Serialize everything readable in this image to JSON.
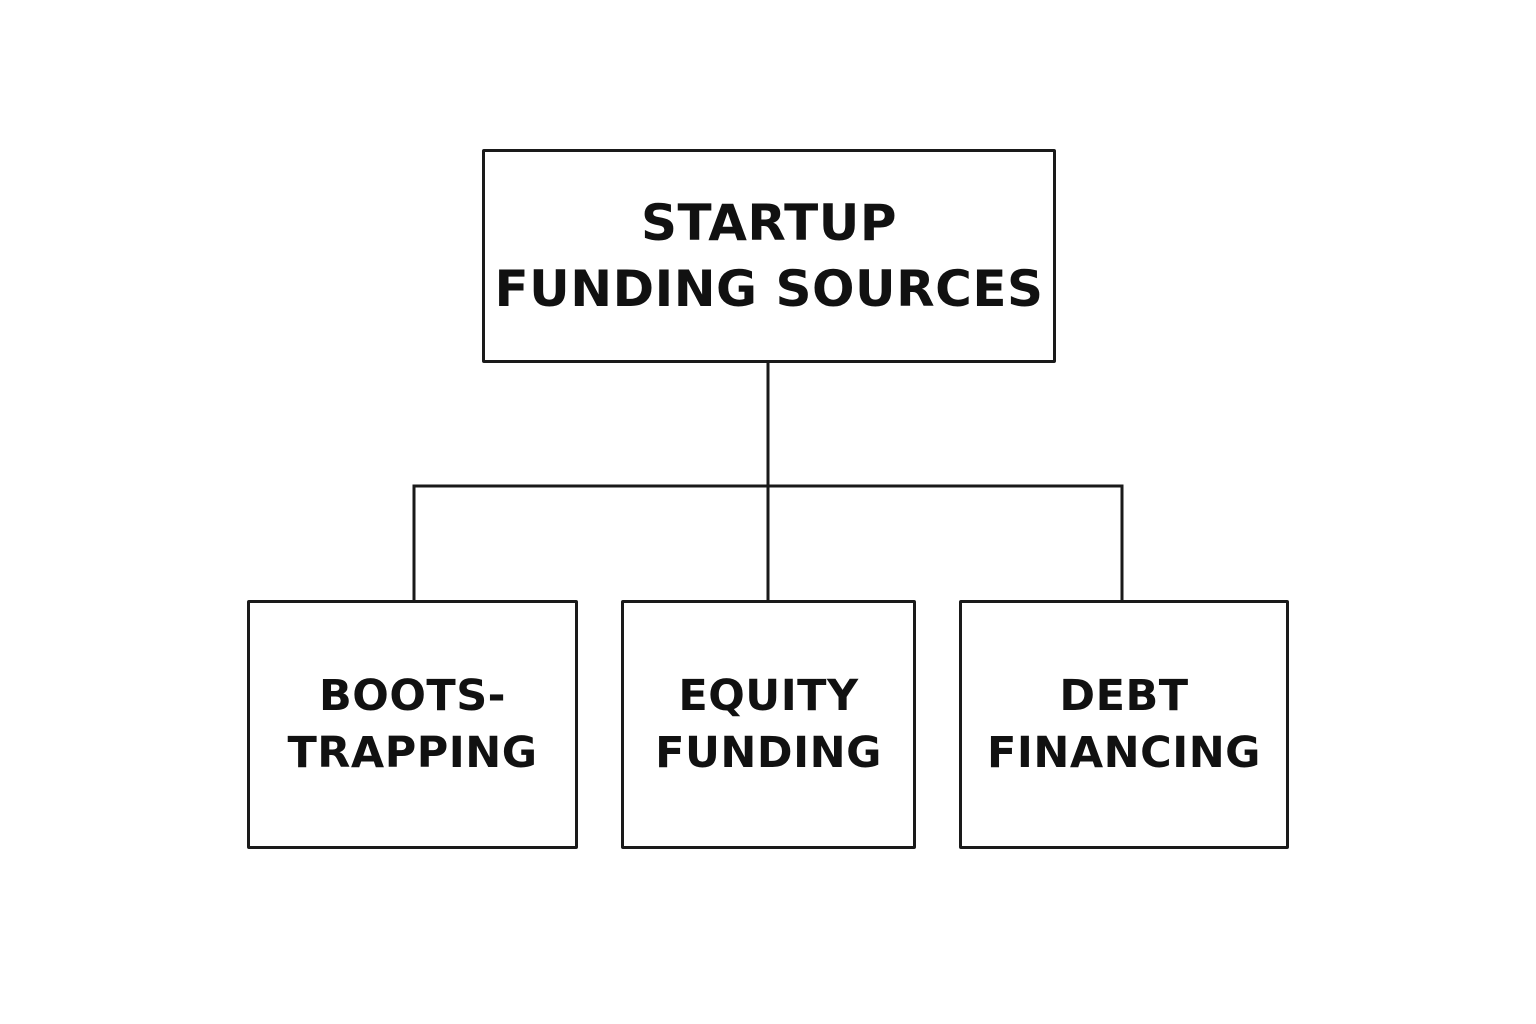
{
  "diagram": {
    "root": {
      "lines": [
        "STARTUP",
        "FUNDING SOURCES"
      ]
    },
    "children": [
      {
        "lines": [
          "BOOTS-",
          "TRAPPING"
        ]
      },
      {
        "lines": [
          "EQUITY",
          "FUNDING"
        ]
      },
      {
        "lines": [
          "DEBT",
          "FINANCING"
        ]
      }
    ],
    "colors": {
      "stroke": "#1a1a1a",
      "text": "#111111",
      "background": "#ffffff"
    }
  }
}
